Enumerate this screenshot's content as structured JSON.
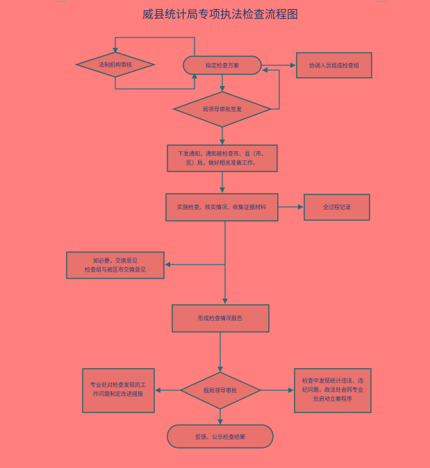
{
  "title": "威县统计局专项执法检查流程图",
  "nodes": {
    "legal_review": "法制机构审核",
    "draft_plan": "拟定检查方案",
    "coordinate": "协调人员组成检查组",
    "leader_approval": "局领导审批签发",
    "notice": [
      "下发通知，通知被检查市、县（市、",
      "区）局，做好相关准备工作。"
    ],
    "inspect": "实施检查、核实情况、收集证据材料",
    "record": "全过程记录",
    "exchange": [
      "如必要，交换意见",
      "检查组与被区市交换意见"
    ],
    "report": "形成检查情况报告",
    "bureau_review": "报局领导审批",
    "rectify": [
      "专业处对检查发现的工",
      "作问题制定改进措施"
    ],
    "case": [
      "检查中发现统计违法、违",
      "纪问题，政法处会同专业",
      "处启动立案程序"
    ],
    "feedback": "反馈、公示检查结果"
  },
  "colors": {
    "background": "#FE7F7E",
    "node_fill": "#E8726E",
    "node_stroke": "#2f6163",
    "edge": "#1f6f78",
    "text": "#283a6b"
  }
}
